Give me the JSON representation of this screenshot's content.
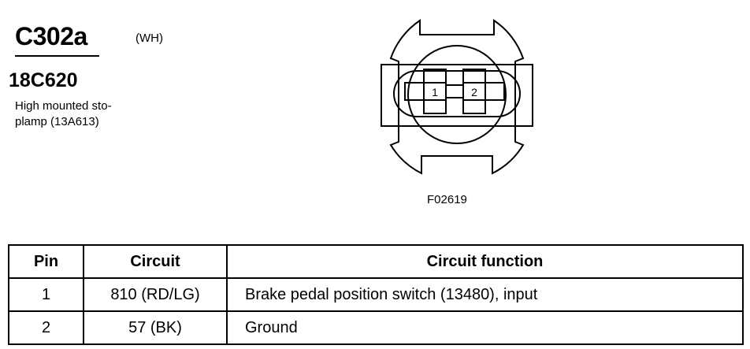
{
  "header": {
    "connector_id": "C302a",
    "color_code": "(WH)",
    "part_number": "18C620",
    "description": "High mounted sto-plamp (13A613)"
  },
  "diagram": {
    "pin_labels": [
      "1",
      "2"
    ],
    "figure_id": "F02619"
  },
  "table": {
    "columns": [
      "Pin",
      "Circuit",
      "Circuit function"
    ],
    "rows": [
      {
        "pin": "1",
        "circuit": "810 (RD/LG)",
        "function": "Brake pedal position switch (13480), input"
      },
      {
        "pin": "2",
        "circuit": "57 (BK)",
        "function": "Ground"
      }
    ]
  }
}
